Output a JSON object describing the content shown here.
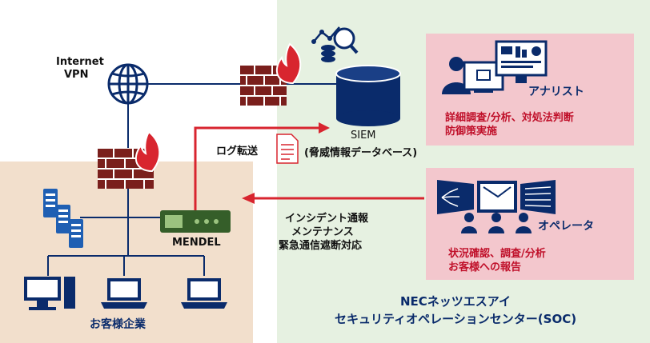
{
  "internet": {
    "line1": "Internet",
    "line2": "VPN"
  },
  "siem": {
    "title": "SIEM",
    "subtitle": "(脅威情報データベース)"
  },
  "log_transfer": "ログ転送",
  "customer": {
    "device": "MENDEL",
    "name": "お客様企業"
  },
  "actions": [
    "インシデント通報",
    "メンテナンス",
    "緊急通信遮断対応"
  ],
  "analyst": {
    "title": "アナリスト",
    "tasks": [
      "詳細調査/分析、対処法判断",
      "防御策実施"
    ]
  },
  "operator": {
    "title": "オペレータ",
    "tasks": [
      "状況確認、調査/分析",
      "お客様への報告"
    ]
  },
  "soc": {
    "line1": "NECネッツエスアイ",
    "line2": "セキュリティオペレーションセンター(SOC)"
  },
  "colors": {
    "soc_bg": "#e6f1e1",
    "customer_bg": "#f2dfcc",
    "card_bg": "#f3c7cd",
    "navy": "#0a2b6b",
    "arrow_red": "#d8252f",
    "wall": "#7a1f1c"
  }
}
